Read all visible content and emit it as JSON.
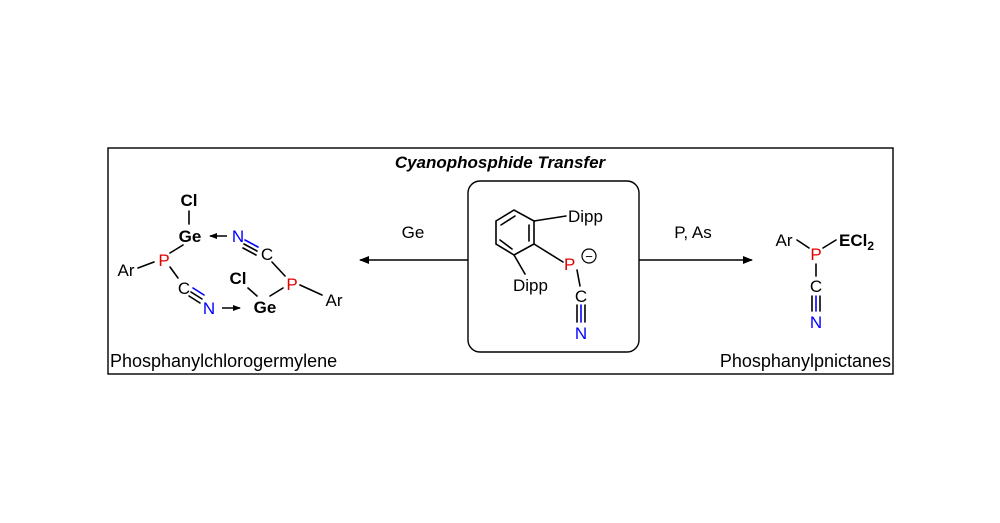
{
  "title": "Cyanophosphide Transfer",
  "colors": {
    "phosphorus": "#e00000",
    "nitrogen": "#0000ff",
    "frame": "#000000"
  },
  "arrows": {
    "left_reagent": "Ge",
    "right_reagent": "P, As"
  },
  "center": {
    "dipp_top": "Dipp",
    "dipp_bottom": "Dipp",
    "phosphorus": "P",
    "charge": "−",
    "carbon": "C",
    "nitrogen": "N"
  },
  "left_product": {
    "caption": "Phosphanylchlorogermylene",
    "cl_top": "Cl",
    "ge_top": "Ge",
    "n_top": "N",
    "c_top": "C",
    "p_right": "P",
    "ar_left": "Ar",
    "p_left": "P",
    "c_lower": "C",
    "n_lower": "N",
    "cl_lower": "Cl",
    "ge_lower": "Ge",
    "ar_right": "Ar"
  },
  "right_product": {
    "caption": "Phosphanylpnictanes",
    "ar": "Ar",
    "p": "P",
    "ecl": "ECl",
    "ecl_subscript": "2",
    "c": "C",
    "n": "N"
  }
}
